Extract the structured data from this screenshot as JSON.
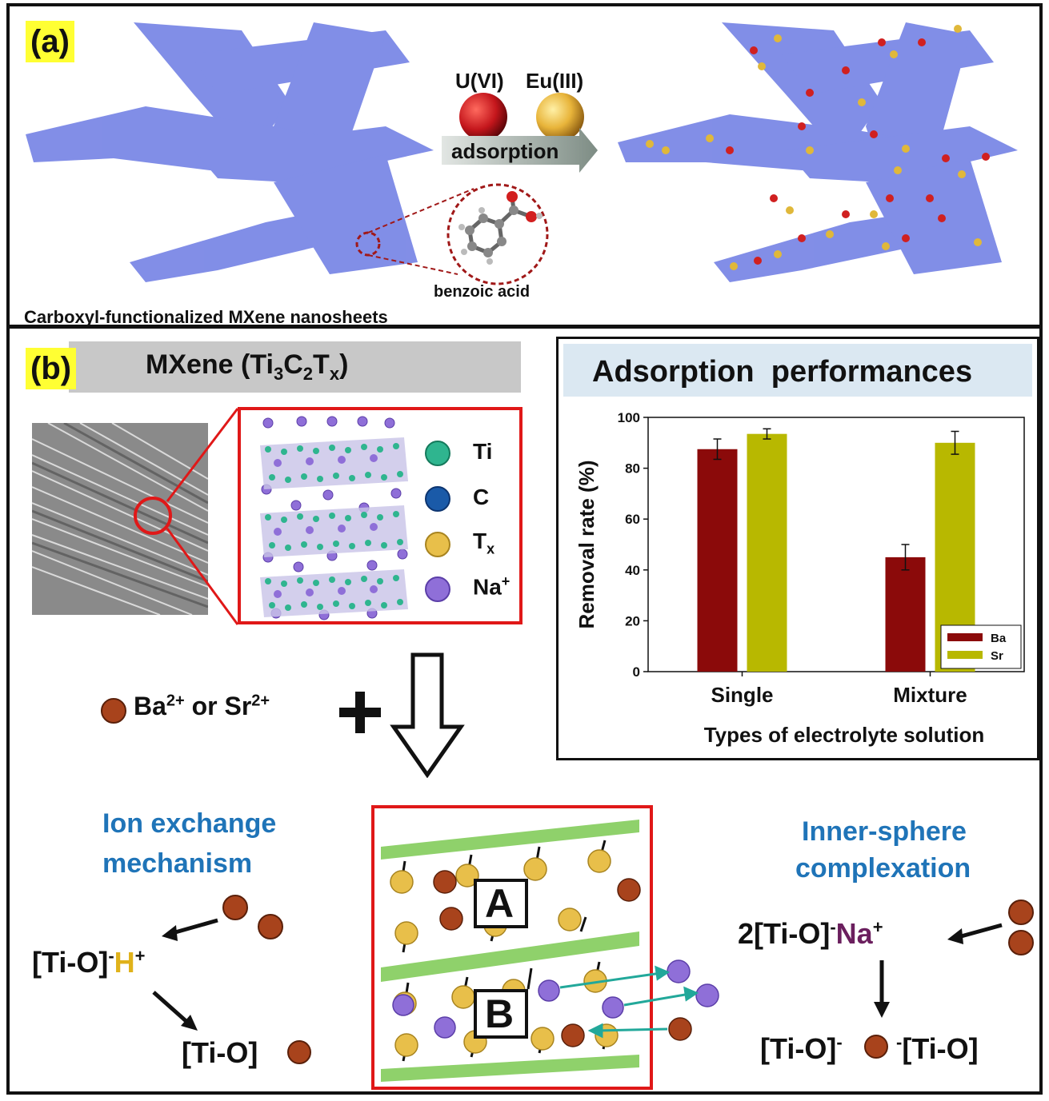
{
  "panel_a": {
    "label": "(a)",
    "ion1": "U(VI)",
    "ion2": "Eu(III)",
    "arrow_label": "adsorption",
    "molecule_label": "benzoic acid",
    "caption": "Carboxyl-functionalized MXene nanosheets",
    "colors": {
      "sheet": "#7b88e6",
      "u_ball": "#c4161c",
      "eu_ball": "#e8b43a"
    }
  },
  "panel_b": {
    "label": "(b)",
    "title_prefix": "MXene (Ti",
    "title_sub1": "3",
    "title_mid": "C",
    "title_sub2": "2",
    "title_t": "T",
    "title_sub3": "x",
    "title_suffix": ")",
    "legend": [
      {
        "symbol": "Ti",
        "sub": "",
        "sup": "",
        "color": "#2fb58f"
      },
      {
        "symbol": "C",
        "sub": "",
        "sup": "",
        "color": "#1a5aa8"
      },
      {
        "symbol": "T",
        "sub": "x",
        "sup": "",
        "color": "#e8bf4a"
      },
      {
        "symbol": "Na",
        "sub": "",
        "sup": "+",
        "color": "#8f6fd8"
      }
    ],
    "reactant_a": "Ba",
    "reactant_a_sup": "2+",
    "reactant_or": " or Sr",
    "reactant_b_sup": "2+",
    "ion_exchange_line1": "Ion exchange",
    "ion_exchange_line2": "mechanism",
    "inner_sphere_line1": "Inner-sphere",
    "inner_sphere_line2": "complexation",
    "site_a": "A",
    "site_b": "B",
    "eq_left_1": "[Ti-O]",
    "eq_left_1_sup": "-",
    "eq_left_1_h": "H",
    "eq_left_1_hsup": "+",
    "eq_left_2": "[Ti-O]",
    "eq_right_1_pre": "2[Ti-O]",
    "eq_right_1_sup": "-",
    "eq_right_1_na": "Na",
    "eq_right_1_nasup": "+",
    "eq_right_2_a": "[Ti-O]",
    "eq_right_2_sup_a": "-",
    "eq_right_2_sup_b": "-",
    "eq_right_2_b": "[Ti-O]",
    "colors": {
      "ball": "#a8431c",
      "tx": "#e8bf4a",
      "na": "#8f6fd8",
      "sheet": "#8fd16b",
      "cyan_arrow": "#22a89a"
    }
  },
  "chart_panel": {
    "header": "Adsorption  performances"
  },
  "chart_data": {
    "type": "bar",
    "categories": [
      "Single",
      "Mixture"
    ],
    "series": [
      {
        "name": "Ba",
        "values": [
          87.5,
          45
        ],
        "errors": [
          4,
          5
        ],
        "color": "#8b0a0a"
      },
      {
        "name": "Sr",
        "values": [
          93.5,
          90
        ],
        "errors": [
          2,
          4.5
        ],
        "color": "#b8b800"
      }
    ],
    "xlabel": "Types of electrolyte solution",
    "ylabel": "Removal rate (%)",
    "ylim": [
      0,
      100
    ],
    "yticks": [
      "0",
      "20",
      "40",
      "60",
      "80",
      "100"
    ],
    "legend_position": "bottom-right"
  }
}
